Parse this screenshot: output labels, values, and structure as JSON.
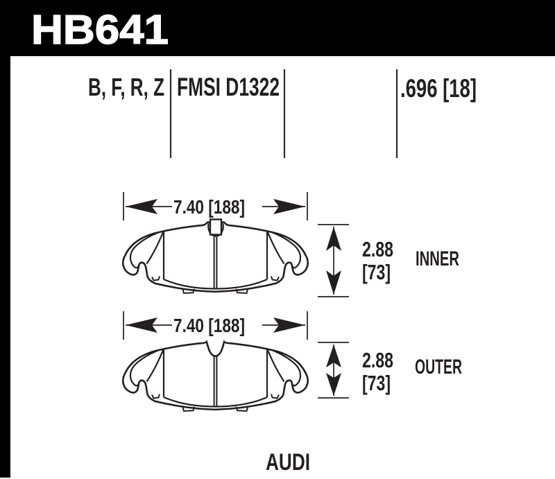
{
  "part_number": "HB641",
  "spec_row": {
    "compounds": "B, F, R, Z",
    "fmsi": "FMSI D1322",
    "thickness": ".696 [18]"
  },
  "inner": {
    "width": "7.40 [188]",
    "thickness_in": "2.88",
    "thickness_mm": "[73]",
    "label": "INNER"
  },
  "outer": {
    "width": "7.40 [188]",
    "thickness_in": "2.88",
    "thickness_mm": "[73]",
    "label": "OUTER"
  },
  "application": "AUDI",
  "colors": {
    "bar": "#000000",
    "ink": "#231f20",
    "divider": "#2b2b2b",
    "bg": "#ffffff"
  }
}
